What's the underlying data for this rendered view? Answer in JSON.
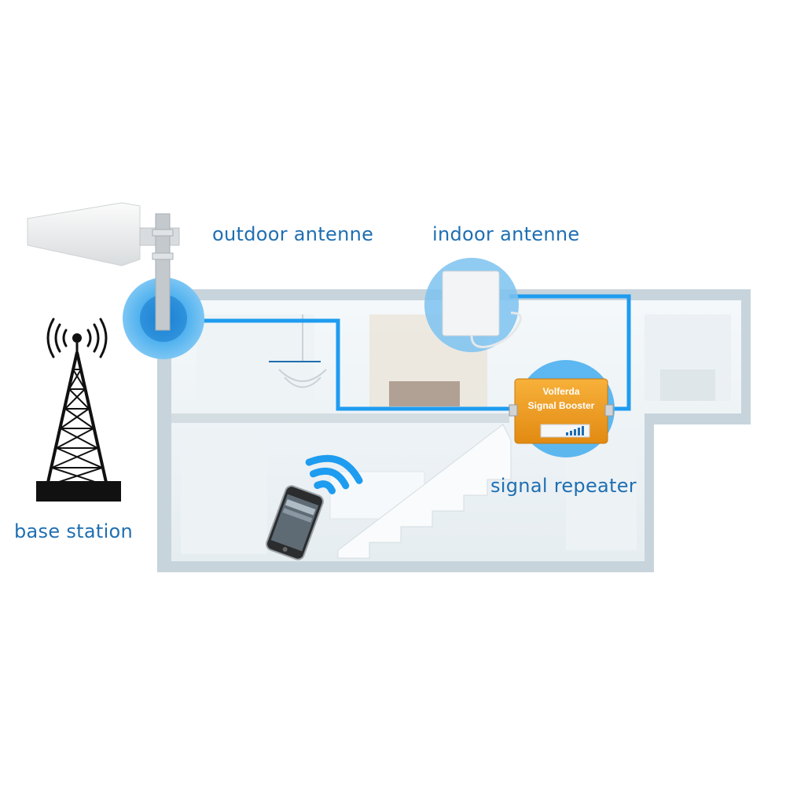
{
  "labels": {
    "outdoor_antenna": "outdoor antenne",
    "indoor_antenna": "indoor antenne",
    "signal_repeater": "signal repeater",
    "base_station": "base station"
  },
  "device": {
    "brand": "Volferda",
    "model": "Signal Booster"
  },
  "colors": {
    "label_text": "#1f6fb2",
    "cable": "#1e9cf0",
    "highlight_circle": "#4db0ee",
    "booster_body": "#f2a21c",
    "house_wall": "#c7d4dc"
  }
}
